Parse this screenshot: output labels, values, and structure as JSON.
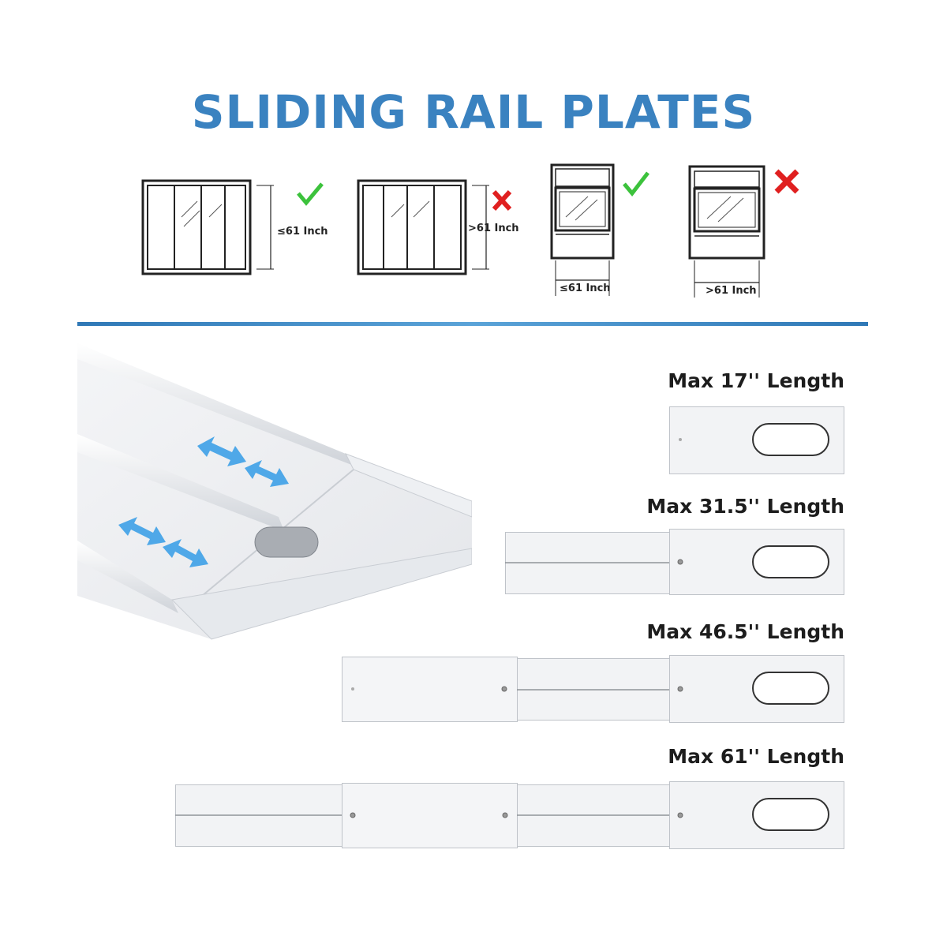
{
  "title": "SLIDING RAIL PLATES",
  "diagrams": [
    {
      "name": "sliding-door",
      "label": "≤61 Inch",
      "fit": "ok"
    },
    {
      "name": "sliding-door",
      "label": ">61 Inch",
      "fit": "not-ok"
    },
    {
      "name": "hung-window",
      "label": "≤61 Inch",
      "fit": "ok"
    },
    {
      "name": "hung-window",
      "label": ">61 Inch",
      "fit": "not-ok"
    }
  ],
  "lengths": [
    "Max 17'' Length",
    "Max 31.5'' Length",
    "Max 46.5'' Length",
    "Max 61'' Length"
  ],
  "colors": {
    "title": "#3a82c0",
    "check": "#3cc23c",
    "cross": "#e02020",
    "arrow": "#4fa8e8",
    "divider": "#2f78b6"
  },
  "icons": [
    "check-icon",
    "cross-icon",
    "double-arrow-icon"
  ]
}
